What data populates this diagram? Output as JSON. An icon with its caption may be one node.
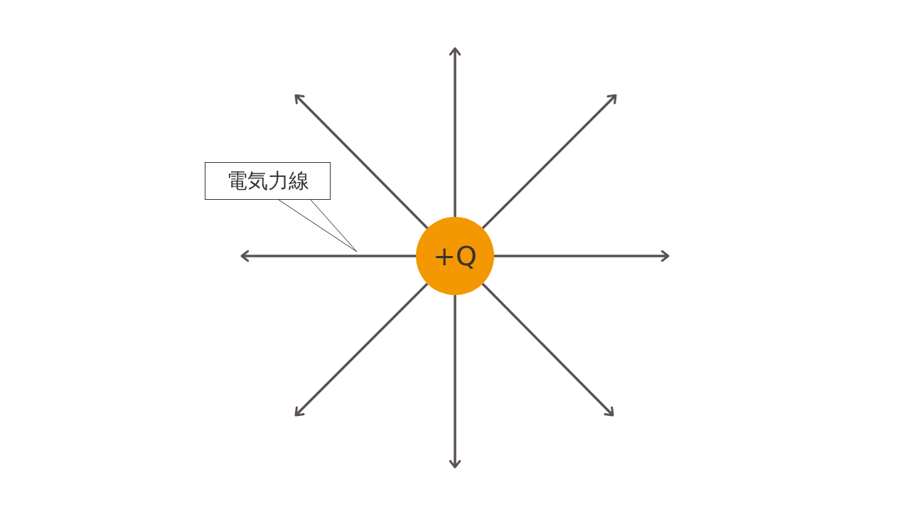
{
  "diagram": {
    "nodes": [
      {
        "text": [
          "+Q"
        ]
      },
      {
        "text": [
          "電気力線"
        ]
      }
    ],
    "edges": [
      {
        "from": 0,
        "to": null,
        "arrow": "to"
      },
      {
        "from": 0,
        "to": null,
        "arrow": "to"
      },
      {
        "from": 0,
        "to": null,
        "arrow": "to"
      },
      {
        "from": 0,
        "to": null,
        "arrow": "to"
      },
      {
        "from": 0,
        "to": null,
        "arrow": "to"
      },
      {
        "from": 0,
        "to": null,
        "arrow": "to"
      },
      {
        "from": 0,
        "to": null,
        "arrow": "to"
      },
      {
        "from": 0,
        "to": null,
        "arrow": "to"
      },
      {
        "from": 1,
        "to": null,
        "arrow": "none"
      }
    ]
  }
}
